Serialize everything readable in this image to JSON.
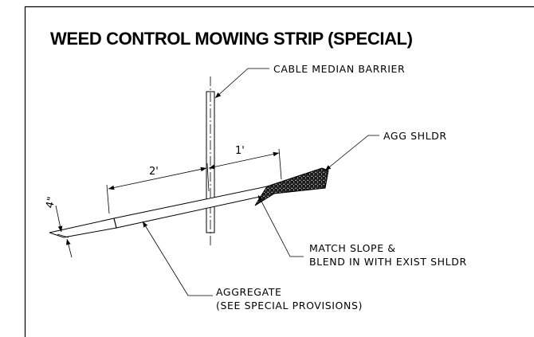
{
  "title": "WEED CONTROL MOWING STRIP (SPECIAL)",
  "labels": {
    "cable_barrier": "CABLE MEDIAN BARRIER",
    "agg_shldr": "AGG SHLDR",
    "match_slope_1": "MATCH SLOPE &",
    "match_slope_2": "BLEND IN WITH EXIST SHLDR",
    "aggregate_1": "AGGREGATE",
    "aggregate_2": "(SEE SPECIAL PROVISIONS)"
  },
  "dimensions": {
    "width_left": "2'",
    "width_right": "1'",
    "thickness": "4\""
  }
}
